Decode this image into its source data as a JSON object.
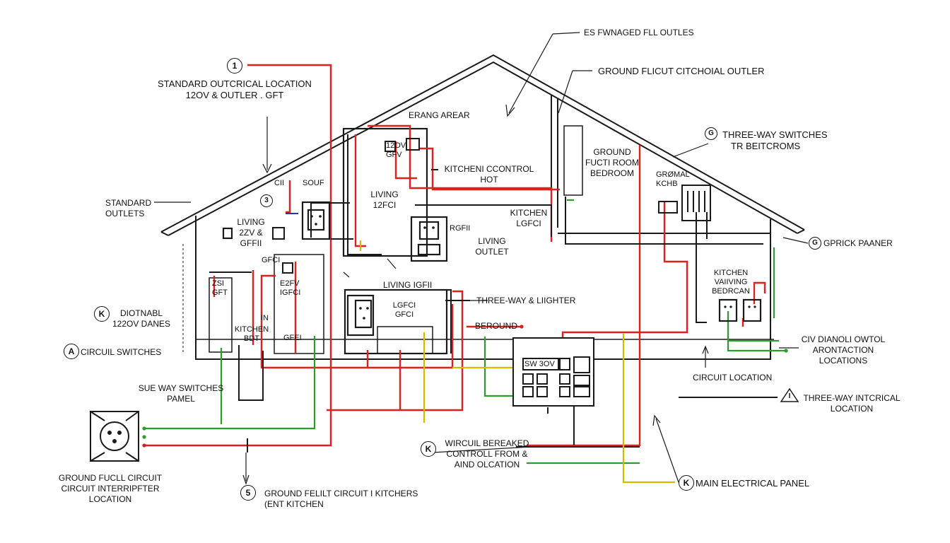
{
  "badges": {
    "b1": "1",
    "b3": "3",
    "bK": "K",
    "bA": "A",
    "b5": "5",
    "bKw": "K",
    "bK2": "K",
    "bS": "G",
    "bC": "G"
  },
  "labels": {
    "std_outcircal": [
      "STANDARD OUTCRICAL LOCATION",
      "12OV & OUTLER . GFT"
    ],
    "erang": [
      "ERANG AREAR"
    ],
    "fl_outles": [
      "ES FWNAGED FLL OUTLES"
    ],
    "ground_fucut": [
      "GROUND FLICUT CITCHOIAL OUTLER"
    ],
    "three_way_top": [
      "THREE-WAY SWITCHES",
      "TR BEITCROMS"
    ],
    "ground_room": [
      "GROUND",
      "FUCTI ROOM",
      "BEDROOM"
    ],
    "grmal": [
      "GRØMAL",
      "KCHB"
    ],
    "standard_outlets": [
      "STANDARD",
      "OUTLETS"
    ],
    "cii_souf": [
      "CII",
      "SOUF"
    ],
    "grv_gfv": [
      "12OV",
      "GFV"
    ],
    "kitchen_control": [
      "KITCHENI CCONTROL",
      "HOT"
    ],
    "living_12fci": [
      "LIVING",
      "12FCI"
    ],
    "living_left": [
      "LIVING",
      "2ZV &",
      "GFFII"
    ],
    "kitchen_lgfci": [
      "KITCHEN",
      "LGFCI"
    ],
    "rgfii": [
      "RGFII"
    ],
    "living_outlet": [
      "LIVING",
      "OUTLET"
    ],
    "gpick": [
      "GPRICK PAANER"
    ],
    "gfci_small": [
      "GFCI"
    ],
    "zsv_gft": [
      "ZSI",
      "GFT"
    ],
    "e2v_lgfci": [
      "E2FV",
      "IGFCI"
    ],
    "living_gfii": [
      "LIVING IGFII"
    ],
    "three_way_lighter": [
      "THREE-WAY & LIIGHTER"
    ],
    "lgfci_gfci": [
      "LGFCI",
      "GFCI"
    ],
    "kitchen_vaiving": [
      "KITCHEN",
      "VAIIVING",
      "BEDRCAN"
    ],
    "dioynabl": [
      "DIOTNABL",
      "122OV DANES"
    ],
    "in_label": [
      "IN"
    ],
    "kitchen_bdt": [
      "KITCHEN",
      "BDT"
    ],
    "gfei_bottom": [
      "GFEI"
    ],
    "beround": [
      "BEROUND"
    ],
    "circuil_switches": [
      "CIRCUIL SWITCHES"
    ],
    "civ_dianoli": [
      "CIV DIANOLI OWTOL",
      "ARONTACTION",
      "LOCATIONS"
    ],
    "circuit_location": [
      "CIRCUIT LOCATION"
    ],
    "sue_way": [
      "SUE WAY SWITCHES",
      "PAMEL"
    ],
    "three_way_intrical": [
      "THREE-WAY INTCRICAL",
      "LOCATION"
    ],
    "panel_sw": [
      "SW 3OV"
    ],
    "wircuil": [
      "WIRCUIL BEREAKED",
      "CONTROLL FROM &",
      "AIND OLCATION"
    ],
    "ground_fucll": [
      "GROUND FUCLL CIRCUIT",
      "CIRCUIT INTERRIPFTER",
      "LOCATION"
    ],
    "ground_felt": [
      "GROUND FELILT CIRCUIT I KITCHERS",
      "(ENT KITCHEN"
    ],
    "main_panel": [
      "MAIN ELECTRICAL PANEL"
    ]
  },
  "colors": {
    "hot": "#e0201c",
    "ground": "#2a9d2a",
    "neutral": "#d9b800",
    "line": "#1a1a1a",
    "accent_blue": "#1a3fa8"
  },
  "icons": [
    "circle-badge",
    "warning-triangle-icon",
    "outlet-icon",
    "switch-icon",
    "breaker-icon"
  ]
}
